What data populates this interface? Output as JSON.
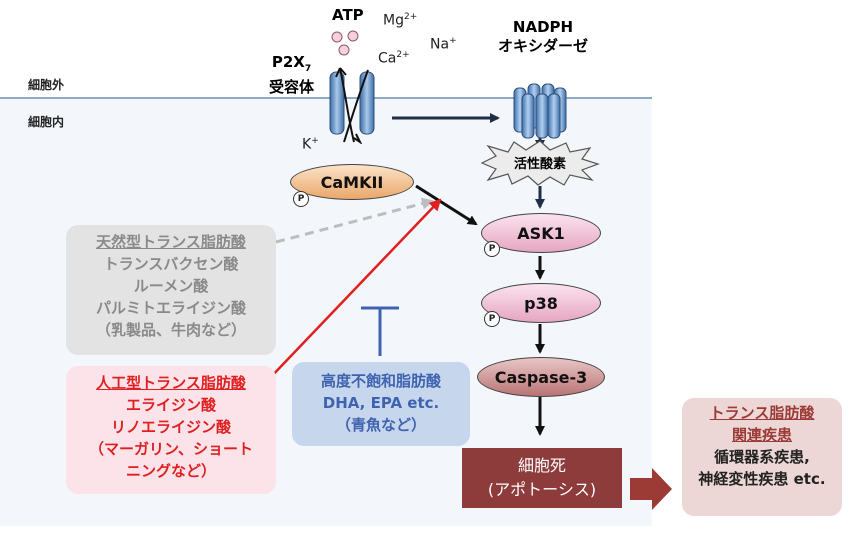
{
  "regions": {
    "outside": "細胞外",
    "inside": "細胞内"
  },
  "receptor": {
    "name_line1": "P2X",
    "name_sub": "7",
    "name_line2": "受容体"
  },
  "ions": {
    "atp": "ATP",
    "mg": "Mg",
    "mg_charge": "2+",
    "ca": "Ca",
    "ca_charge": "2+",
    "na": "Na",
    "na_charge": "+",
    "k": "K",
    "k_charge": "+"
  },
  "nadph": {
    "line1": "NADPH",
    "line2": "オキシダーゼ"
  },
  "ros": "活性酸素",
  "nodes": {
    "camkii": "CaMKII",
    "ask1": "ASK1",
    "p38": "p38",
    "caspase": "Caspase-3",
    "phospho": "P"
  },
  "natural_tfa": {
    "title": "天然型トランス脂肪酸",
    "items": [
      "トランスバクセン酸",
      "ルーメン酸",
      "パルミトエライジン酸",
      "（乳製品、牛肉など）"
    ]
  },
  "artificial_tfa": {
    "title": "人工型トランス脂肪酸",
    "items": [
      "エライジン酸",
      "リノエライジン酸",
      "（マーガリン、ショート",
      "ニングなど）"
    ]
  },
  "pufa": {
    "title": "高度不飽和脂肪酸",
    "items": [
      "DHA, EPA etc.",
      "（青魚など）"
    ]
  },
  "cell_death": {
    "line1": "細胞死",
    "line2": "(アポトーシス)"
  },
  "diseases": {
    "title_line1": "トランス脂肪酸",
    "title_line2": "関連疾患",
    "items": [
      "循環器系疾患,",
      "神経変性疾患 etc."
    ]
  },
  "colors": {
    "artificial": "#e02020",
    "natural": "#8a8a8a",
    "pufa": "#3f63b0",
    "cell_death": "#8e3b3b",
    "disease_arrow": "#9c3a36",
    "arrow_dark": "#1f2f45"
  }
}
